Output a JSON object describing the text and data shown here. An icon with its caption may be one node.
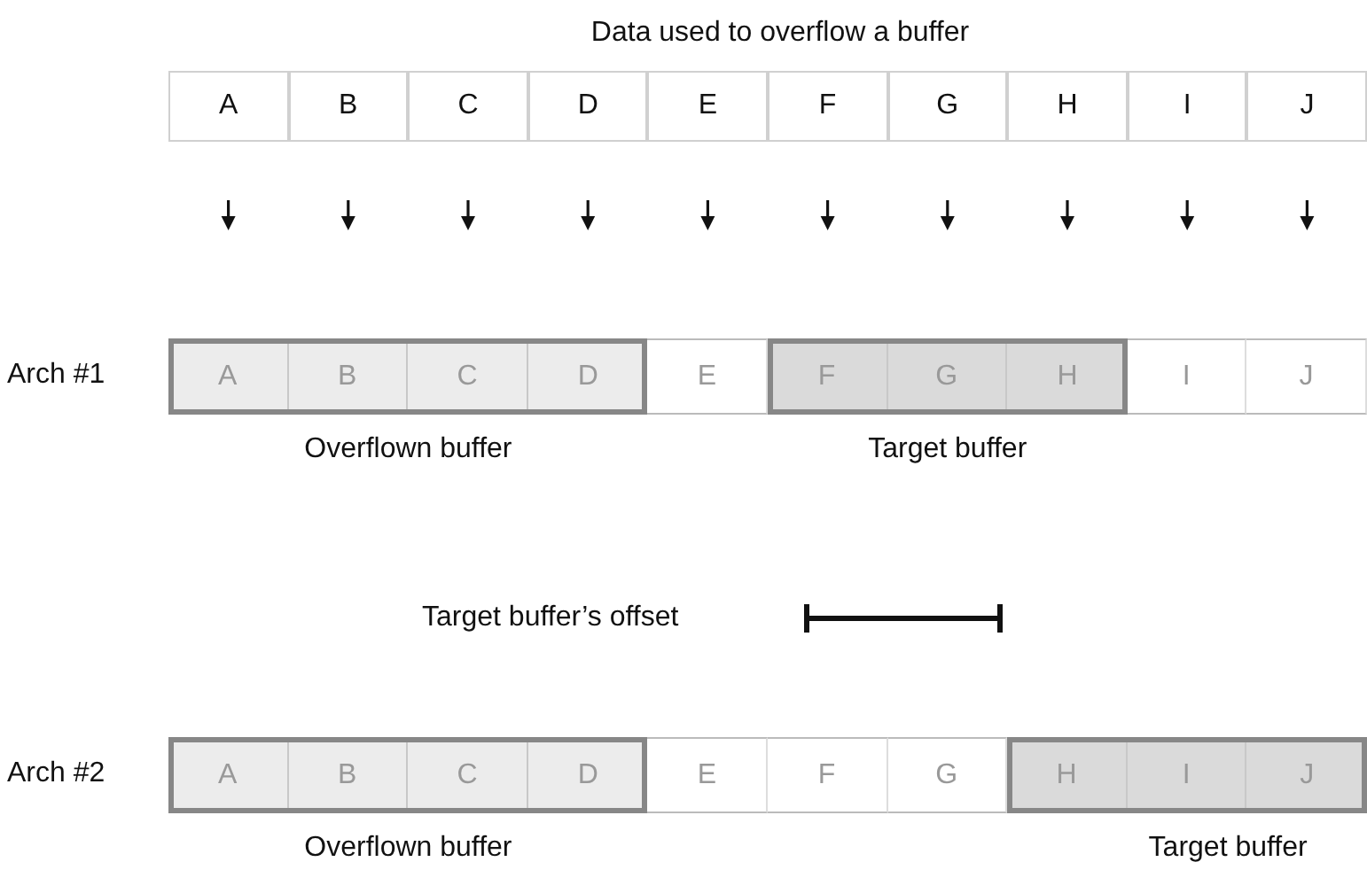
{
  "diagram": {
    "title": "Data used to overflow a buffer",
    "nodes": [
      {
        "text": [
          "A"
        ]
      },
      {
        "text": [
          "B"
        ]
      },
      {
        "text": [
          "C"
        ]
      },
      {
        "text": [
          "D"
        ]
      },
      {
        "text": [
          "E"
        ]
      },
      {
        "text": [
          "F"
        ]
      },
      {
        "text": [
          "G"
        ]
      },
      {
        "text": [
          "H"
        ]
      },
      {
        "text": [
          "I"
        ]
      },
      {
        "text": [
          "J"
        ]
      },
      {
        "text": [
          "Overflown buffer"
        ]
      },
      {
        "text": [
          "A"
        ],
        "in": 10
      },
      {
        "text": [
          "B"
        ],
        "in": 10
      },
      {
        "text": [
          "C"
        ],
        "in": 10
      },
      {
        "text": [
          "D"
        ],
        "in": 10
      },
      {
        "text": [
          "E"
        ]
      },
      {
        "text": [
          "Target buffer"
        ]
      },
      {
        "text": [
          "F"
        ],
        "in": 16
      },
      {
        "text": [
          "G"
        ],
        "in": 16
      },
      {
        "text": [
          "H"
        ],
        "in": 16
      },
      {
        "text": [
          "I"
        ]
      },
      {
        "text": [
          "J"
        ]
      },
      {
        "text": [
          "Overflown buffer"
        ]
      },
      {
        "text": [
          "A"
        ],
        "in": 22
      },
      {
        "text": [
          "B"
        ],
        "in": 22
      },
      {
        "text": [
          "C"
        ],
        "in": 22
      },
      {
        "text": [
          "D"
        ],
        "in": 22
      },
      {
        "text": [
          "E"
        ]
      },
      {
        "text": [
          "F"
        ]
      },
      {
        "text": [
          "G"
        ]
      },
      {
        "text": [
          "Target buffer"
        ]
      },
      {
        "text": [
          "H"
        ],
        "in": 30
      },
      {
        "text": [
          "I"
        ],
        "in": 30
      },
      {
        "text": [
          "J"
        ],
        "in": 30
      }
    ],
    "labels": [
      "Arch #1",
      "Target buffer’s offset",
      "Arch #2"
    ]
  }
}
